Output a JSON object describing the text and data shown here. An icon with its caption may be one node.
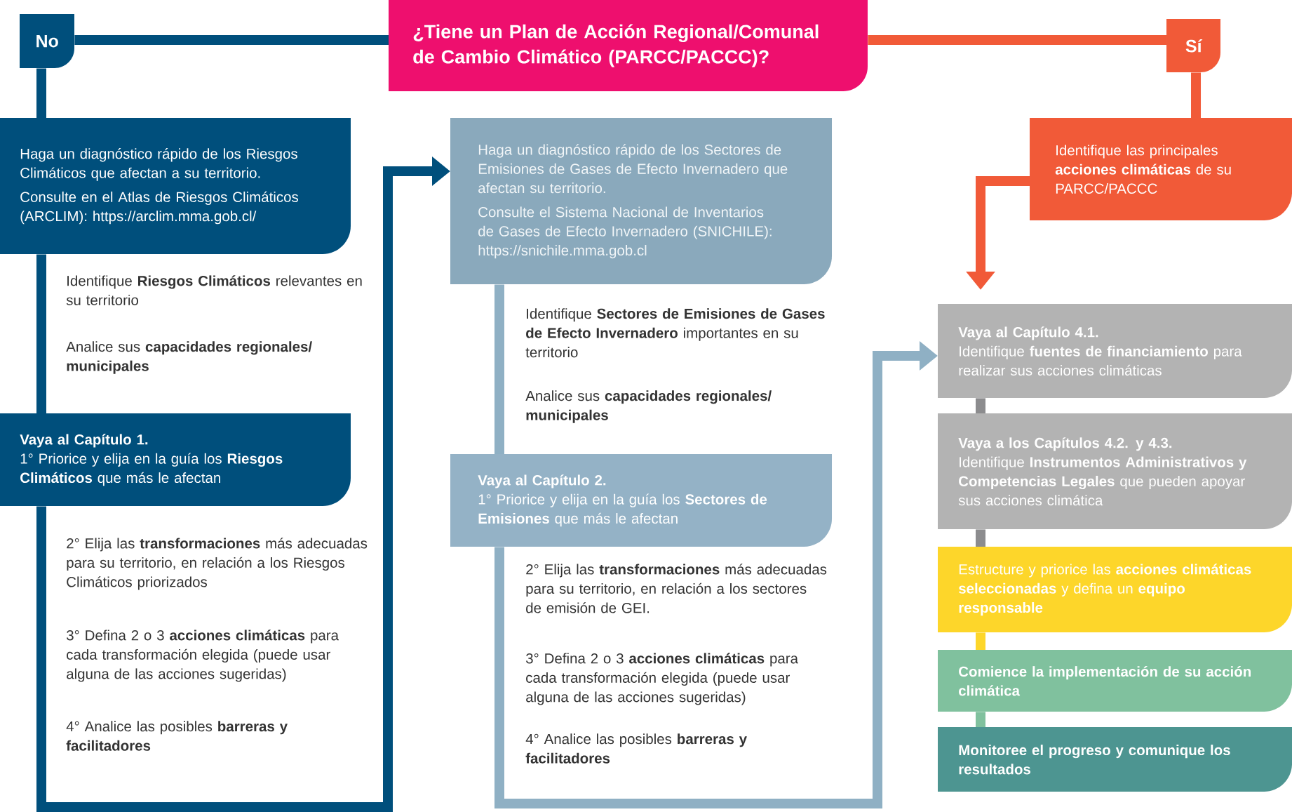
{
  "diagram": {
    "nodes": [
      {
        "text": [
          "¿Tiene un Plan de Acción Regional/Comunal de Cambio Climático (PARCC/PACCC)?"
        ]
      },
      {
        "text": [
          "No"
        ]
      },
      {
        "text": [
          "Sí"
        ]
      },
      {
        "text": [
          "Haga un diagnóstico rápido de los Riesgos Climáticos que afectan a su territorio.",
          "Consulte en el Atlas de Riesgos Climáticos (ARCLIM): https://arclim.mma.gob.cl/"
        ]
      },
      {
        "text": [
          "Vaya al Capítulo 1.",
          "1° Priorice y elija en la guía los **Riesgos Climáticos** que más le afectan"
        ]
      },
      {
        "text": [
          "Haga un diagnóstico rápido de los Sectores de Emisiones de Gases de Efecto Invernadero que afectan su territorio.",
          "Consulte el Sistema Nacional de Inventarios de Gases de Efecto Invernadero (SNICHILE): https://snichile.mma.gob.cl"
        ]
      },
      {
        "text": [
          "Vaya al Capítulo 2.",
          "1° Priorice y elija en la guía los **Sectores de Emisiones** que más le afectan"
        ]
      },
      {
        "text": [
          "Identifique las principales **acciones climáticas** de su PARCC/PACCC"
        ]
      },
      {
        "text": [
          "Vaya al Capítulo 4.1.",
          "Identifique **fuentes de financiamiento** para realizar sus acciones climáticas"
        ]
      },
      {
        "text": [
          "Vaya a los Capítulos 4.2. y 4.3.",
          "Identifique **Instrumentos Administrativos y Competencias Legales** que pueden apoyar sus acciones climática"
        ]
      },
      {
        "text": [
          "Estructure y priorice las **acciones climáticas seleccionadas** y defina un **equipo responsable**"
        ]
      },
      {
        "text": [
          "Comience la implementación de su acción climática"
        ]
      },
      {
        "text": [
          "Monitoree el progreso y comunique los resultados"
        ]
      }
    ],
    "edges": [
      {
        "from": 0,
        "to": 1,
        "arrow": "none",
        "color": "#004f7c"
      },
      {
        "from": 1,
        "to": 3,
        "arrow": "none",
        "color": "#004f7c"
      },
      {
        "from": 3,
        "to": 4,
        "arrow": "none",
        "color": "#004f7c"
      },
      {
        "from": 4,
        "to": 5,
        "arrow": "to",
        "color": "#004f7c"
      },
      {
        "from": 0,
        "to": 2,
        "arrow": "none",
        "color": "#f15a38"
      },
      {
        "from": 2,
        "to": 7,
        "arrow": "none",
        "color": "#f15a38"
      },
      {
        "from": 5,
        "to": 6,
        "arrow": "none",
        "color": "#8fb0c4"
      },
      {
        "from": 6,
        "to": 8,
        "arrow": "to",
        "color": "#8fb0c4"
      },
      {
        "from": 7,
        "to": 8,
        "arrow": "to",
        "color": "#f15a38"
      },
      {
        "from": 8,
        "to": 9,
        "arrow": "none",
        "color": "#8c8c8e"
      },
      {
        "from": 9,
        "to": 10,
        "arrow": "none",
        "color": "#8c8c8e"
      },
      {
        "from": 10,
        "to": 11,
        "arrow": "none",
        "color": "#fdd62a"
      },
      {
        "from": 11,
        "to": 12,
        "arrow": "none",
        "color": "#80c19e"
      }
    ],
    "labels": [
      "Identifique **Riesgos Climáticos** relevantes en su territorio",
      "Analice sus **capacidades regionales/ municipales**",
      "2° Elija las **transformaciones** más adecuadas para su territorio, en relación a los Riesgos Climáticos priorizados",
      "3° Defina 2 o 3 **acciones climáticas** para cada transformación elegida (puede usar alguna de las acciones sugeridas)",
      "4° Analice las posibles **barreras y facilitadores**",
      "Identifique **Sectores de Emisiones de Gases de Efecto Invernadero** importantes en su territorio",
      "Analice sus **capacidades regionales/ municipales**",
      "2° Elija las **transformaciones** más adecuadas para su territorio, en relación a los sectores de emisión de GEI.",
      "3° Defina 2 o 3 **acciones climáticas** para cada transformación elegida (puede usar alguna de las acciones sugeridas)",
      "4° Analice las posibles **barreras y facilitadores**"
    ]
  }
}
